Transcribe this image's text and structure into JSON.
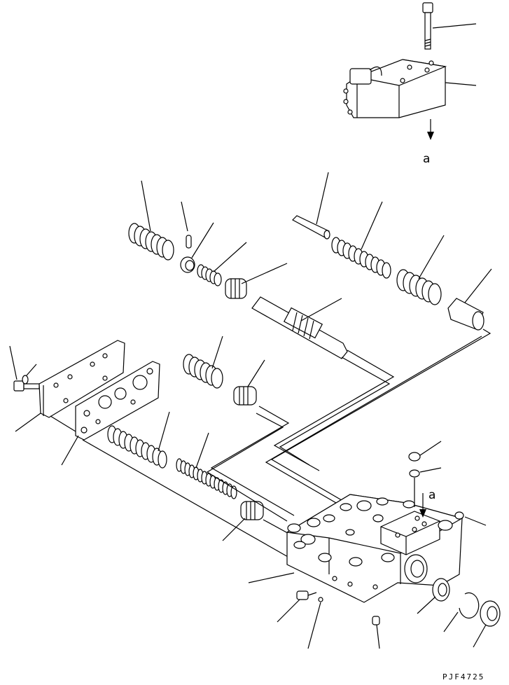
{
  "diagram": {
    "callout_a_upper": "a",
    "callout_a_lower": "a",
    "drawing_code": "PJF4725"
  },
  "colors": {
    "ink": "#000000",
    "paper": "#ffffff"
  }
}
